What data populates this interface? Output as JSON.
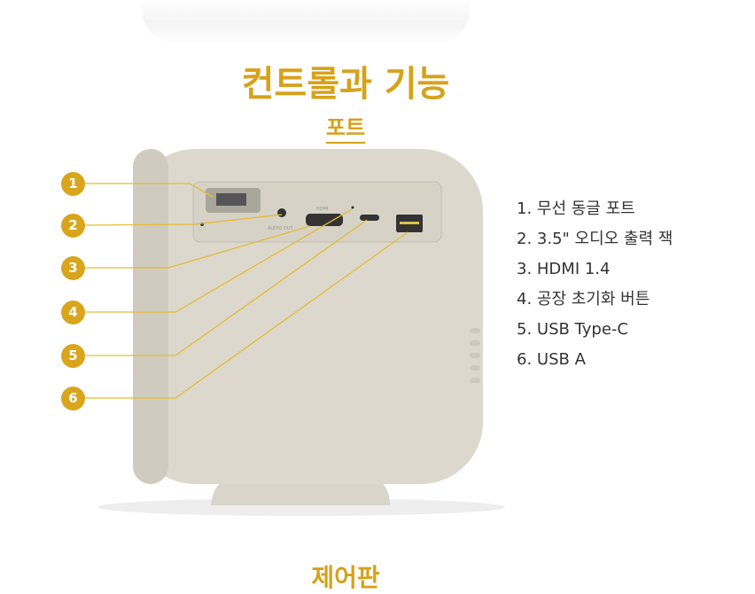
{
  "header": {
    "title": "컨트롤과 기능",
    "subtitle": "포트"
  },
  "ports": [
    {
      "num": "1",
      "label": "1. 무선 동글 포트"
    },
    {
      "num": "2",
      "label": "2. 3.5\" 오디오 출력 잭"
    },
    {
      "num": "3",
      "label": "3. HDMI 1.4"
    },
    {
      "num": "4",
      "label": "4. 공장 초기화 버튼"
    },
    {
      "num": "5",
      "label": "5. USB Type-C"
    },
    {
      "num": "6",
      "label": "6. USB A"
    }
  ],
  "device_labels": {
    "hdmi": "HDMI",
    "audio": "AUDIO OUT"
  },
  "footer": {
    "next_section": "제어판"
  },
  "colors": {
    "accent": "#d6a21a",
    "device": "#dcd8cd"
  }
}
